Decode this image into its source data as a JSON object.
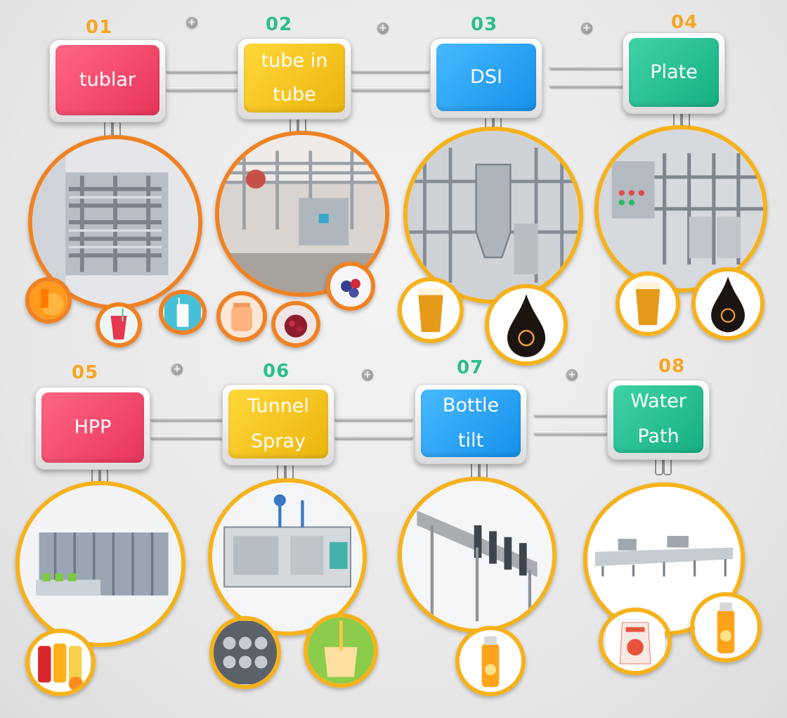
{
  "steps": [
    {
      "number": "01",
      "label": "tublar",
      "color": "#ee3f63",
      "ring_color": "#f08223"
    },
    {
      "number": "02",
      "label": "tube in tube",
      "color": "#f3c21e",
      "ring_color": "#f08223"
    },
    {
      "number": "03",
      "label": "DSI",
      "color": "#2ca5f5",
      "ring_color": "#f6b21b"
    },
    {
      "number": "04",
      "label": "Plate",
      "color": "#23c094",
      "ring_color": "#f6b21b"
    },
    {
      "number": "05",
      "label": "HPP",
      "color": "#ee3f63",
      "ring_color": "#f6b21b"
    },
    {
      "number": "06",
      "label": "Tunnel Spray",
      "color": "#f3c21e",
      "ring_color": "#f6b21b"
    },
    {
      "number": "07",
      "label": "Bottle tilt",
      "color": "#2ca5f5",
      "ring_color": "#f6b21b"
    },
    {
      "number": "08",
      "label": "Water Path",
      "color": "#23c094",
      "ring_color": "#f6b21b"
    }
  ],
  "number_colors": {
    "orange": "#f5a623",
    "green": "#2bbf8a"
  },
  "connector_icon": "plus-icon"
}
